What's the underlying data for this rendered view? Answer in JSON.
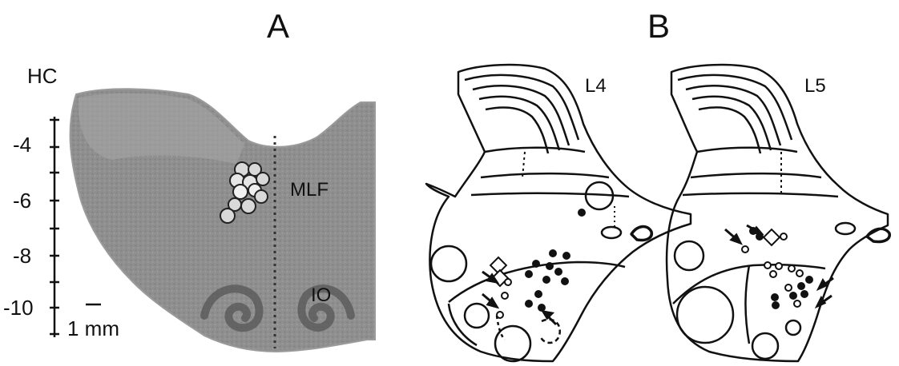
{
  "panel_a": {
    "letter": "A",
    "axis_label": "HC",
    "ticks": [
      "-4",
      "-6",
      "-8",
      "-10"
    ],
    "scale_bar_label": "1 mm",
    "labels": {
      "mlf": "MLF",
      "io": "IO"
    }
  },
  "panel_b": {
    "letter": "B",
    "sections": [
      {
        "label": "L4"
      },
      {
        "label": "L5"
      }
    ]
  }
}
